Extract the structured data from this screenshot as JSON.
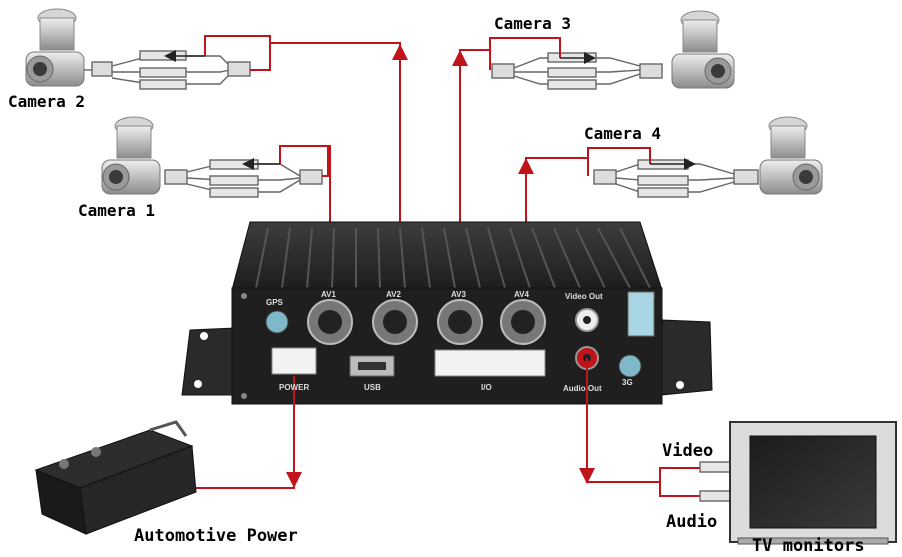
{
  "labels": {
    "camera1": "Camera 1",
    "camera2": "Camera 2",
    "camera3": "Camera 3",
    "camera4": "Camera 4",
    "power": "Automotive Power",
    "video": "Video",
    "audio": "Audio",
    "tv": "TV monitors"
  },
  "device_ports": {
    "gps": "GPS",
    "av1": "AV1",
    "av2": "AV2",
    "av3": "AV3",
    "av4": "AV4",
    "video_out": "Video Out",
    "audio_out": "Audio Out",
    "g3": "3G",
    "power": "POWER",
    "usb": "USB",
    "io": "I/O"
  },
  "colors": {
    "wire": "#c0141a",
    "arrow": "#222222",
    "device_body": "#2b2b2b",
    "camera": "#cfcfcf"
  }
}
